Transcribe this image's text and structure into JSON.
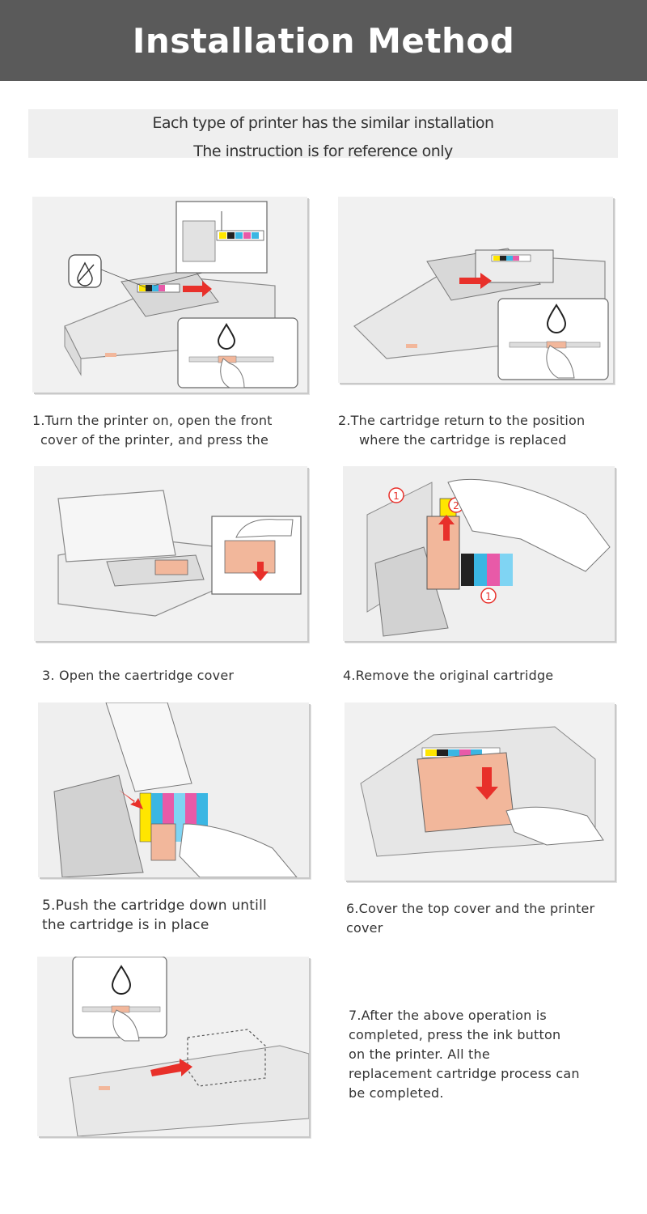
{
  "header": {
    "title": "Installation Method"
  },
  "note": {
    "line1": "Each type of printer has the similar installation",
    "line2": "The instruction is for reference only"
  },
  "steps": [
    {
      "line1": "1.Turn the printer on, open the front",
      "line2": "cover of the printer, and press the"
    },
    {
      "line1": "2.The cartridge return to the position",
      "line2": "where the cartridge is replaced"
    },
    {
      "line1": "3. Open the caertridge cover"
    },
    {
      "line1": "4.Remove the original cartridge"
    },
    {
      "line1": "5.Push the cartridge down untill",
      "line2": "the cartridge is in place"
    },
    {
      "line1": "6.Cover the top cover and the printer",
      "line2": "cover"
    },
    {
      "line1": "7.After the above operation is",
      "line2": "completed, press the ink button",
      "line3": "on the printer. All the",
      "line4": "replacement cartridge process can",
      "line5": "be completed."
    }
  ],
  "colors": {
    "header_bg": "#5a5a5a",
    "note_bg": "#efefef",
    "cartridge_peach": "#f2b79b",
    "arrow_red": "#e8302a",
    "ink_yellow": "#ffe600",
    "ink_cyan": "#3ab6e3",
    "ink_magenta": "#e85aa8",
    "ink_black": "#222222"
  },
  "icons": [
    "ink-drop-icon",
    "no-ink-icon",
    "power-icon",
    "arrow-icon",
    "hand-icon"
  ],
  "markers": {
    "one": "1",
    "two": "2"
  }
}
